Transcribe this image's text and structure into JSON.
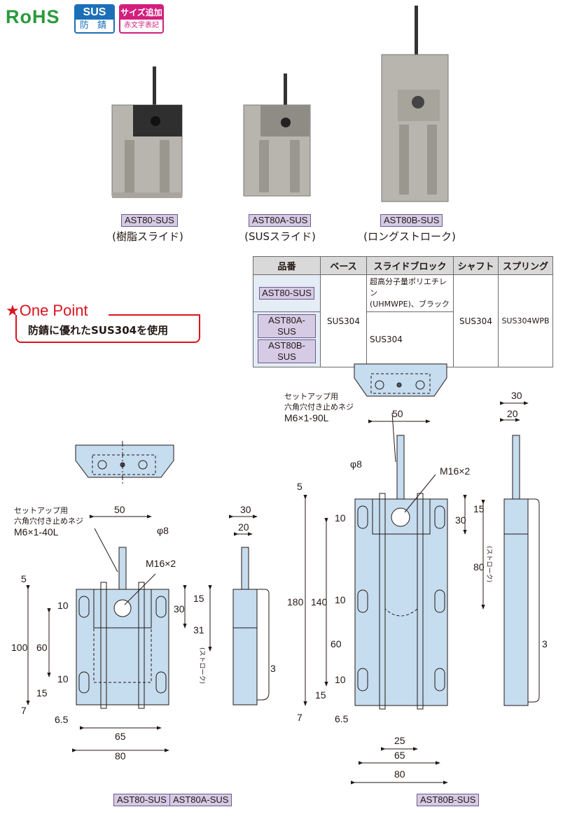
{
  "badges": {
    "rohs": "RoHS",
    "sus_top": "SUS",
    "sus_bottom": "防 錆",
    "size_top": "サイズ追加",
    "size_bottom": "赤文字表記"
  },
  "products": [
    {
      "model": "AST80-SUS",
      "subtitle": "(樹脂スライド)"
    },
    {
      "model": "AST80A-SUS",
      "subtitle": "(SUSスライド)"
    },
    {
      "model": "AST80B-SUS",
      "subtitle": "(ロングストローク)"
    }
  ],
  "spec_table": {
    "headers": [
      "品番",
      "ベース",
      "スライドブロック",
      "シャフト",
      "スプリング"
    ],
    "models": [
      "AST80-SUS",
      "AST80A-SUS",
      "AST80B-SUS"
    ],
    "base": "SUS304",
    "slide_block_1": "超高分子量ポリエチレン\n(UHMWPE)、ブラック",
    "slide_block_2": "SUS304",
    "shaft": "SUS304",
    "spring": "SUS304WPB"
  },
  "one_point": {
    "title": "★One Point",
    "text": "防錆に優れたSUS304を使用"
  },
  "drawing_left": {
    "note_1": "セットアップ用",
    "note_2": "六角穴付き止めネジ",
    "note_3": "M6×1-40L",
    "dims": {
      "d50": "50",
      "phi8": "φ8",
      "m16": "M16×2",
      "d30": "30",
      "d20": "20",
      "d5": "5",
      "d10a": "10",
      "d100": "100",
      "d60": "60",
      "d10b": "10",
      "d15": "15",
      "d7": "7",
      "d6_5": "6.5",
      "d65": "65",
      "d80": "80",
      "d30s": "30",
      "d15s": "15",
      "d31": "31",
      "stroke": "(ストローク)",
      "d3": "3"
    },
    "labels": [
      "AST80-SUS",
      "AST80A-SUS"
    ]
  },
  "drawing_right": {
    "note_1": "セットアップ用",
    "note_2": "六角穴付き止めネジ",
    "note_3": "M6×1-90L",
    "dims": {
      "d50": "50",
      "phi8": "φ8",
      "m16": "M16×2",
      "d30": "30",
      "d20": "20",
      "d5": "5",
      "d10a": "10",
      "d180": "180",
      "d140": "140",
      "d10b": "10",
      "d60": "60",
      "d10c": "10",
      "d15": "15",
      "d7": "7",
      "d6_5": "6.5",
      "d25": "25",
      "d65": "65",
      "d80": "80",
      "d30s": "30",
      "d15s": "15",
      "d80s": "80",
      "stroke": "(ストローク)",
      "d3": "3"
    },
    "label": "AST80B-SUS"
  },
  "colors": {
    "part_fill": "#c6dcef",
    "label_fill": "#d5cbe5",
    "accent_red": "#d8141f"
  }
}
